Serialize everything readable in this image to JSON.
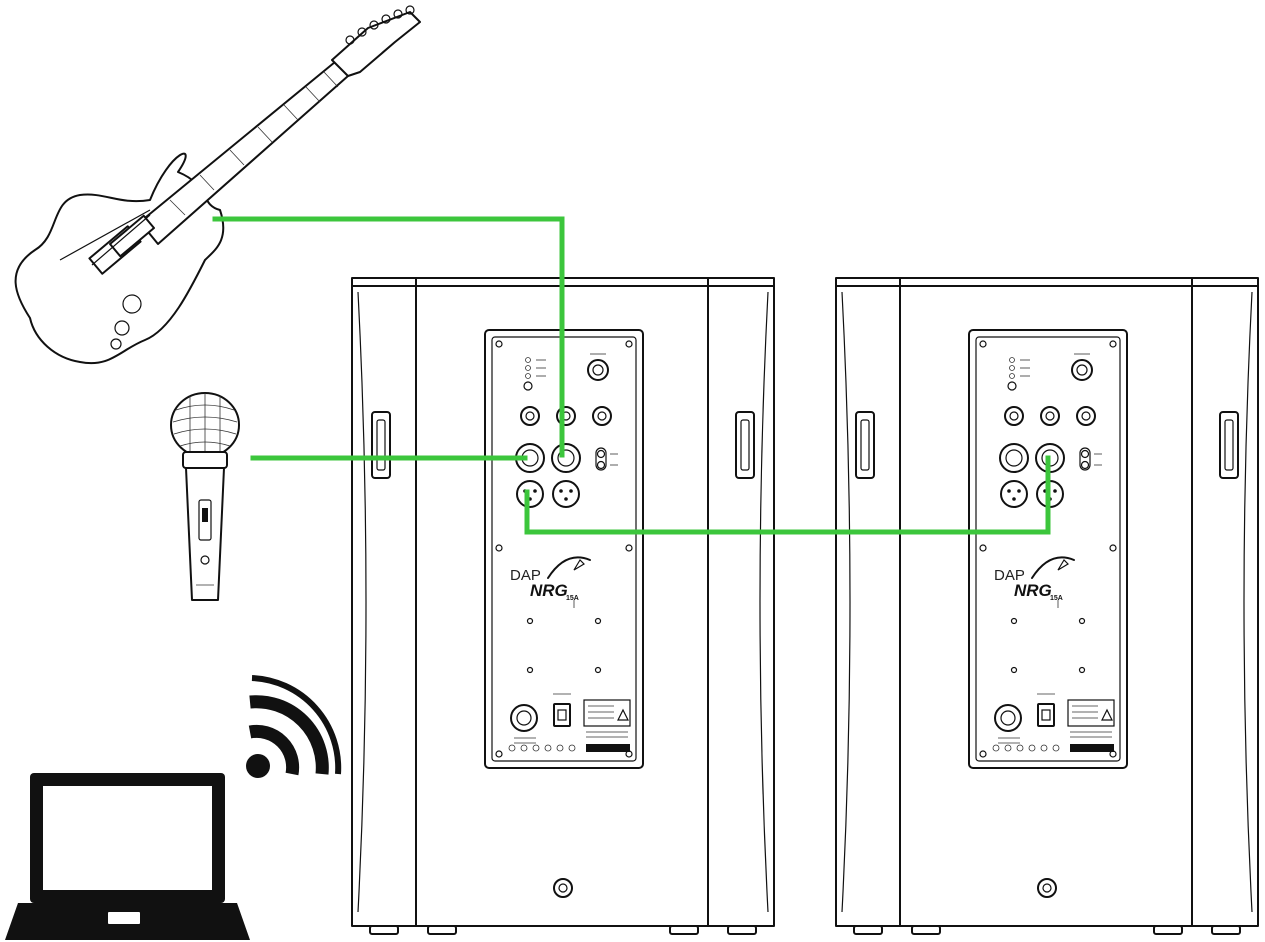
{
  "diagram": {
    "cable_color": "#3cc63c",
    "outline_color": "#111111",
    "devices": [
      {
        "id": "guitar",
        "icon": "electric-guitar-icon"
      },
      {
        "id": "microphone",
        "icon": "microphone-icon"
      },
      {
        "id": "laptop",
        "icon": "laptop-icon"
      },
      {
        "id": "wireless",
        "icon": "wifi-icon"
      },
      {
        "id": "speaker-1",
        "icon": "speaker-cabinet-icon"
      },
      {
        "id": "speaker-2",
        "icon": "speaker-cabinet-icon"
      }
    ],
    "connections": [
      {
        "from": "guitar",
        "to": "speaker-1 instrument input"
      },
      {
        "from": "microphone",
        "to": "speaker-1 mic input"
      },
      {
        "from": "speaker-1 link output",
        "to": "speaker-2 input"
      },
      {
        "from": "laptop",
        "to": "wireless"
      }
    ]
  },
  "speaker_panel": {
    "brand": "DAP",
    "model": "NRG",
    "model_suffix": "15A"
  }
}
